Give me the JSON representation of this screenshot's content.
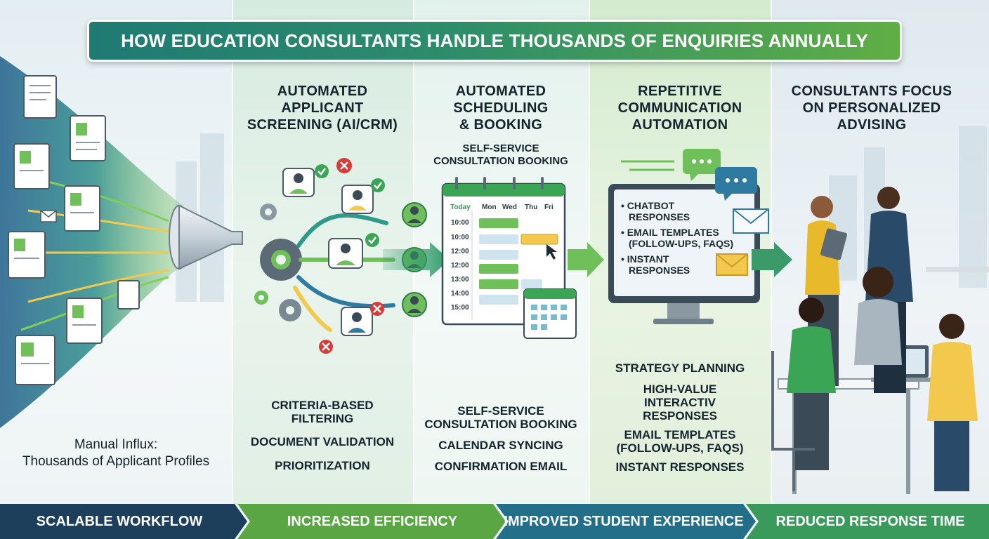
{
  "title": "HOW EDUCATION CONSULTANTS HANDLE THOUSANDS OF ENQUIRIES ANNUALLY",
  "stages": [
    {
      "caption_line1": "Manual Influx:",
      "caption_line2": "Thousands of Applicant Profiles"
    },
    {
      "heading_line1": "AUTOMATED",
      "heading_line2": "APPLICANT",
      "heading_line3": "SCREENING (AI/CRM)",
      "items": [
        "CRITERIA-BASED",
        "FILTERING",
        "DOCUMENT VALIDATION",
        "PRIORITIZATION"
      ]
    },
    {
      "heading_line1": "AUTOMATED",
      "heading_line2": "SCHEDULING",
      "heading_line3": "& BOOKING",
      "subhead_line1": "SELF-SERVICE",
      "subhead_line2": "CONSULTATION BOOKING",
      "calendar": {
        "days": [
          "Today",
          "Mon",
          "Wed",
          "Thu",
          "Fri"
        ],
        "times": [
          "10:00",
          "10:00",
          "12:00",
          "12:00",
          "13:00",
          "14:00",
          "15:00"
        ]
      },
      "items": [
        "SELF-SERVICE",
        "CONSULTATION BOOKING",
        "CALENDAR SYNCING",
        "CONFIRMATION EMAIL"
      ]
    },
    {
      "heading_line1": "REPETITIVE",
      "heading_line2": "COMMUNICATION",
      "heading_line3": "AUTOMATION",
      "monitor": {
        "line1": "• CHATBOT",
        "line2": "RESPONSES",
        "line3": "• EMAIL TEMPLATES",
        "line4": "(FOLLOW-UPS, FAQS)",
        "line5": "• INSTANT",
        "line6": "RESPONSES"
      },
      "items": [
        "STRATEGY PLANNING",
        "HIGH-VALUE",
        "INTERACTIV",
        "RESPONSES",
        "EMAIL TEMPLATES",
        "(FOLLOW-UPS, FAQS)",
        "INSTANT RESPONSES"
      ]
    },
    {
      "heading_line1": "CONSULTANTS FOCUS",
      "heading_line2": "ON PERSONALIZED",
      "heading_line3": "ADVISING"
    }
  ],
  "bottom_bar": [
    {
      "label": "SCALABLE WORKFLOW",
      "color": "#1d3f5c"
    },
    {
      "label": "INCREASED EFFICIENCY",
      "color": "#5aa645"
    },
    {
      "label": "IMPROVED STUDENT EXPERIENCE",
      "color": "#236f8a"
    },
    {
      "label": "REDUCED RESPONSE TIME",
      "color": "#3a9a5c"
    }
  ],
  "colors": {
    "title_start": "#1f7a73",
    "title_end": "#5fae45",
    "arrow_green": "#3aa655",
    "arrow_teal": "#1f8a82"
  }
}
